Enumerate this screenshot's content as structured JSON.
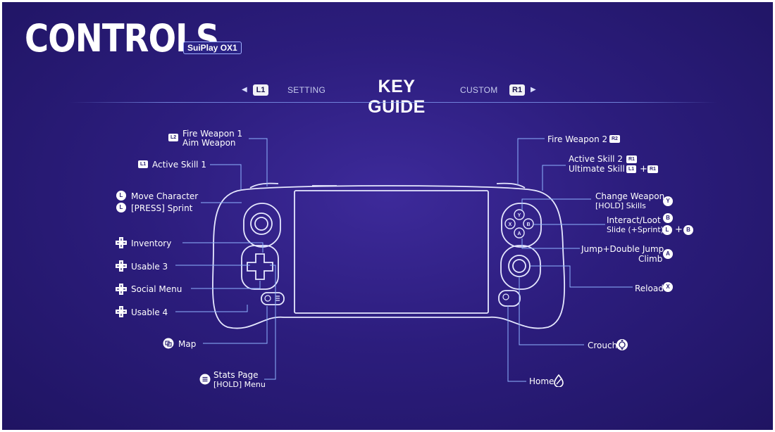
{
  "header": {
    "title": "CONTROLS",
    "brand": "SuiPlay OX1"
  },
  "tabs": {
    "left_button": "L1",
    "left_label": "SETTING",
    "active_label": "KEY GUIDE",
    "right_label": "CUSTOM",
    "right_button": "R1"
  },
  "left_labels": {
    "fire_weapon_1": "Fire Weapon 1",
    "aim_weapon": "Aim Weapon",
    "active_skill_1": "Active Skill 1",
    "move_character": "Move Character",
    "sprint": "[PRESS] Sprint",
    "inventory": "Inventory",
    "usable_3": "Usable 3",
    "social_menu": "Social Menu",
    "usable_4": "Usable 4",
    "map": "Map",
    "stats_page": "Stats Page",
    "hold_menu": "[HOLD] Menu"
  },
  "right_labels": {
    "fire_weapon_2": "Fire Weapon 2",
    "active_skill_2": "Active Skill 2",
    "ultimate_skill": "Ultimate Skill",
    "change_weapon": "Change Weapon",
    "hold_skills": "[HOLD] Skills",
    "interact_loot": "Interact/Loot",
    "slide_sprint": "Slide (+Sprint)",
    "jump_double_jump": "Jump+Double Jump",
    "climb": "Climb",
    "reload": "Reload",
    "crouch": "Crouch",
    "home": "Home"
  },
  "badges": {
    "l2": "L2",
    "l1": "L1",
    "r2": "R2",
    "r1": "R1",
    "l_stick": "L",
    "y": "Y",
    "x": "X",
    "a": "A",
    "b": "B",
    "plus": "+"
  },
  "icons": {
    "dpad": "dpad-icon",
    "map": "map-icon",
    "menu": "menu-icon",
    "home": "home-icon",
    "right_stick": "right-stick-icon"
  },
  "colors": {
    "background": "#2c1d7d",
    "outline": "#e6e8ff",
    "leader_line": "#8fb4ff",
    "badge_bg": "#ffffff"
  }
}
